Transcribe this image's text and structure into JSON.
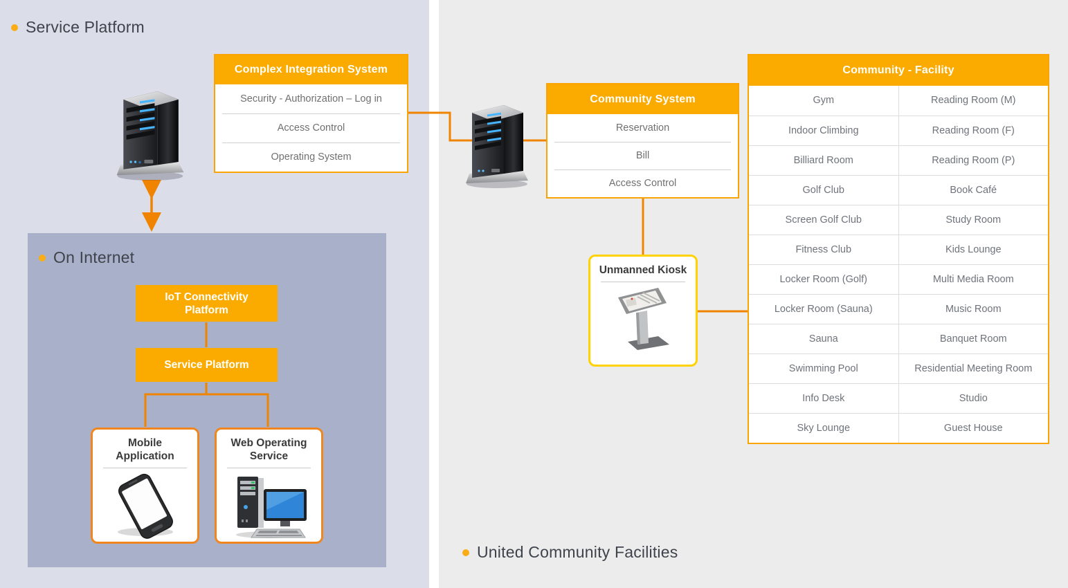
{
  "colors": {
    "accent_orange": "#FBAB00",
    "connector_orange": "#F08400",
    "device_border_orange": "#F0861D",
    "kiosk_border_yellow": "#FFD200",
    "left_panel_bg": "#DBDDE9",
    "inner_panel_bg": "#A8B1C9",
    "right_panel_bg": "#ECECEC"
  },
  "left_panel": {
    "title": "Service Platform",
    "complex_integration_system": {
      "title": "Complex Integration System",
      "items": [
        "Security - Authorization – Log in",
        "Access Control",
        "Operating System"
      ]
    },
    "on_internet": {
      "title": "On Internet",
      "iot_connectivity_platform": "IoT Connectivity Platform",
      "service_platform": "Service Platform",
      "mobile_application": "Mobile Application",
      "web_operating_service": "Web Operating Service"
    },
    "icons": {
      "server": "server-tower-icon",
      "mobile": "smartphone-icon",
      "web": "desktop-computer-icon"
    }
  },
  "right_panel": {
    "community_system": {
      "title": "Community System",
      "items": [
        "Reservation",
        "Bill",
        "Access Control"
      ]
    },
    "unmanned_kiosk": {
      "title": "Unmanned Kiosk",
      "icon": "kiosk-icon"
    },
    "community_facility": {
      "title": "Community - Facility",
      "rows": [
        [
          "Gym",
          "Reading Room (M)"
        ],
        [
          "Indoor Climbing",
          "Reading Room (F)"
        ],
        [
          "Billiard Room",
          "Reading Room (P)"
        ],
        [
          "Golf Club",
          "Book Café"
        ],
        [
          "Screen Golf Club",
          "Study Room"
        ],
        [
          "Fitness Club",
          "Kids Lounge"
        ],
        [
          "Locker Room (Golf)",
          "Multi Media Room"
        ],
        [
          "Locker Room (Sauna)",
          "Music Room"
        ],
        [
          "Sauna",
          "Banquet Room"
        ],
        [
          "Swimming Pool",
          "Residential Meeting Room"
        ],
        [
          "Info Desk",
          "Studio"
        ],
        [
          "Sky Lounge",
          "Guest House"
        ]
      ]
    },
    "footer_title": "United Community Facilities"
  }
}
